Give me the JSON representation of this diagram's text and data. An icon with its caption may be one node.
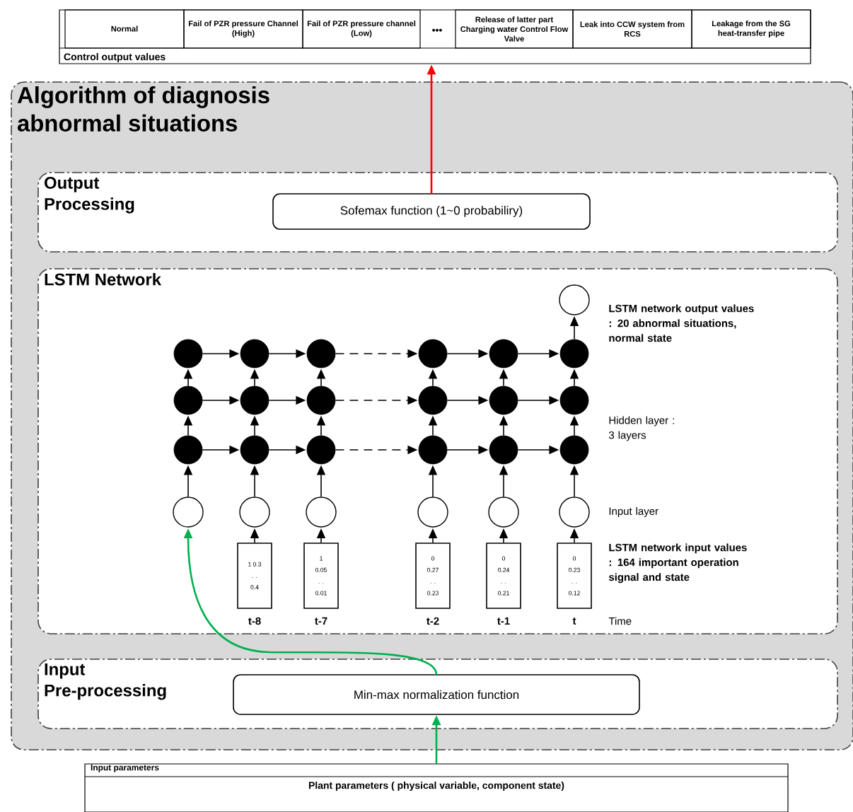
{
  "diagram": {
    "nodes": [
      {
        "text": [
          "Control output values"
        ]
      },
      {
        "text": [
          "Normal"
        ],
        "in": 0
      },
      {
        "text": [
          "Fail of PZR pressure Channel (High)"
        ],
        "in": 0
      },
      {
        "text": [
          "Fail of PZR pressure channel (Low)"
        ],
        "in": 0
      },
      {
        "text": [
          "Release of latter part Charging water Control Flow Valve"
        ],
        "in": 0
      },
      {
        "text": [
          "Leak into CCW system from RCS"
        ],
        "in": 0
      },
      {
        "text": [
          "Leakage from the SG heat-transfer pipe"
        ],
        "in": 0
      },
      {
        "text": [
          "Algorithm of diagnosis abnormal situations"
        ]
      },
      {
        "text": [
          "Output Processing"
        ],
        "in": 7
      },
      {
        "text": [
          "Sofemax function (1~0 probabiliry)"
        ],
        "in": 8
      },
      {
        "text": [
          "LSTM Network"
        ],
        "in": 7
      },
      {
        "text": [],
        "shape": "circle",
        "in": 10
      },
      {
        "text": [],
        "shape": "circle",
        "in": 10
      },
      {
        "text": [],
        "shape": "circle",
        "in": 10
      },
      {
        "text": [],
        "shape": "circle",
        "in": 10
      },
      {
        "text": [],
        "shape": "circle",
        "in": 10
      },
      {
        "text": [],
        "shape": "circle",
        "in": 10
      },
      {
        "text": [],
        "shape": "circle",
        "in": 10
      },
      {
        "text": [],
        "shape": "circle",
        "in": 10
      },
      {
        "text": [],
        "shape": "circle",
        "in": 10
      },
      {
        "text": [],
        "shape": "circle",
        "in": 10
      },
      {
        "text": [],
        "shape": "circle",
        "in": 10
      },
      {
        "text": [],
        "shape": "circle",
        "in": 10
      },
      {
        "text": [],
        "shape": "circle",
        "in": 10
      },
      {
        "text": [],
        "shape": "circle",
        "in": 10
      },
      {
        "text": [],
        "shape": "circle",
        "in": 10
      },
      {
        "text": [],
        "shape": "circle",
        "in": 10
      },
      {
        "text": [],
        "shape": "circle",
        "in": 10
      },
      {
        "text": [],
        "shape": "circle",
        "in": 10
      },
      {
        "text": [],
        "shape": "circle",
        "in": 10
      },
      {
        "text": [],
        "shape": "circle",
        "in": 10
      },
      {
        "text": [],
        "shape": "circle",
        "in": 10
      },
      {
        "text": [],
        "shape": "circle",
        "in": 10
      },
      {
        "text": [],
        "shape": "circle",
        "in": 10
      },
      {
        "text": [],
        "shape": "circle",
        "in": 10
      },
      {
        "text": [],
        "shape": "circle",
        "in": 10
      },
      {
        "text": [
          "1 0.3 . . 0.4"
        ],
        "beside": [
          "t-8"
        ],
        "in": 10
      },
      {
        "text": [
          "1 0.05 . . 0.01"
        ],
        "beside": [
          "t-7"
        ],
        "in": 10
      },
      {
        "text": [
          "0 0.27 . . 0.23"
        ],
        "beside": [
          "t-2"
        ],
        "in": 10
      },
      {
        "text": [
          "0 0.24 . . 0.21"
        ],
        "beside": [
          "t-1"
        ],
        "in": 10
      },
      {
        "text": [
          "0 0.23 . . 0.12"
        ],
        "beside": [
          "t"
        ],
        "in": 10
      },
      {
        "text": [
          "Input Pre-processing"
        ],
        "in": 7
      },
      {
        "text": [
          "Min-max normalization function"
        ],
        "in": 41
      },
      {
        "text": [
          "Input parameters",
          "Plant parameters ( physical variable, component state)"
        ]
      }
    ],
    "edges": [
      {
        "from": 9,
        "to": 0,
        "arrow": "to",
        "color": "#ff0000"
      },
      {
        "from": 43,
        "to": 42,
        "arrow": "to",
        "color": "#00b050"
      },
      {
        "from": 42,
        "to": 30,
        "arrow": "to",
        "color": "#00b050"
      },
      {
        "from": 36,
        "to": 31,
        "arrow": "to"
      },
      {
        "from": 37,
        "to": 32,
        "arrow": "to"
      },
      {
        "from": 38,
        "to": 33,
        "arrow": "to"
      },
      {
        "from": 39,
        "to": 34,
        "arrow": "to"
      },
      {
        "from": 40,
        "to": 35,
        "arrow": "to"
      },
      {
        "from": 30,
        "to": 24,
        "arrow": "to"
      },
      {
        "from": 31,
        "to": 25,
        "arrow": "to"
      },
      {
        "from": 32,
        "to": 26,
        "arrow": "to"
      },
      {
        "from": 33,
        "to": 27,
        "arrow": "to"
      },
      {
        "from": 34,
        "to": 28,
        "arrow": "to"
      },
      {
        "from": 35,
        "to": 29,
        "arrow": "to"
      },
      {
        "from": 24,
        "to": 18,
        "arrow": "to"
      },
      {
        "from": 25,
        "to": 19,
        "arrow": "to"
      },
      {
        "from": 26,
        "to": 20,
        "arrow": "to"
      },
      {
        "from": 27,
        "to": 21,
        "arrow": "to"
      },
      {
        "from": 28,
        "to": 22,
        "arrow": "to"
      },
      {
        "from": 29,
        "to": 23,
        "arrow": "to"
      },
      {
        "from": 18,
        "to": 12,
        "arrow": "to"
      },
      {
        "from": 19,
        "to": 13,
        "arrow": "to"
      },
      {
        "from": 20,
        "to": 14,
        "arrow": "to"
      },
      {
        "from": 21,
        "to": 15,
        "arrow": "to"
      },
      {
        "from": 22,
        "to": 16,
        "arrow": "to"
      },
      {
        "from": 23,
        "to": 17,
        "arrow": "to"
      },
      {
        "from": 17,
        "to": 11,
        "arrow": "to"
      },
      {
        "from": 12,
        "to": 13,
        "arrow": "to"
      },
      {
        "from": 13,
        "to": 14,
        "arrow": "to"
      },
      {
        "from": 14,
        "to": 15,
        "arrow": "to",
        "style": "dashed"
      },
      {
        "from": 15,
        "to": 16,
        "arrow": "to"
      },
      {
        "from": 16,
        "to": 17,
        "arrow": "to"
      },
      {
        "from": 18,
        "to": 19,
        "arrow": "to"
      },
      {
        "from": 19,
        "to": 20,
        "arrow": "to"
      },
      {
        "from": 20,
        "to": 21,
        "arrow": "to",
        "style": "dashed"
      },
      {
        "from": 21,
        "to": 22,
        "arrow": "to"
      },
      {
        "from": 22,
        "to": 23,
        "arrow": "to"
      },
      {
        "from": 24,
        "to": 25,
        "arrow": "to"
      },
      {
        "from": 25,
        "to": 26,
        "arrow": "to"
      },
      {
        "from": 26,
        "to": 27,
        "arrow": "to",
        "style": "dashed"
      },
      {
        "from": 27,
        "to": 28,
        "arrow": "to"
      },
      {
        "from": 28,
        "to": 29,
        "arrow": "to"
      }
    ],
    "labels": [
      "•••",
      "LSTM network output values : 20 abnormal situations, normal state",
      "Hidden layer : 3 layers",
      "Input layer",
      "LSTM network input values : 164 important operation signal and state",
      "Time"
    ]
  }
}
